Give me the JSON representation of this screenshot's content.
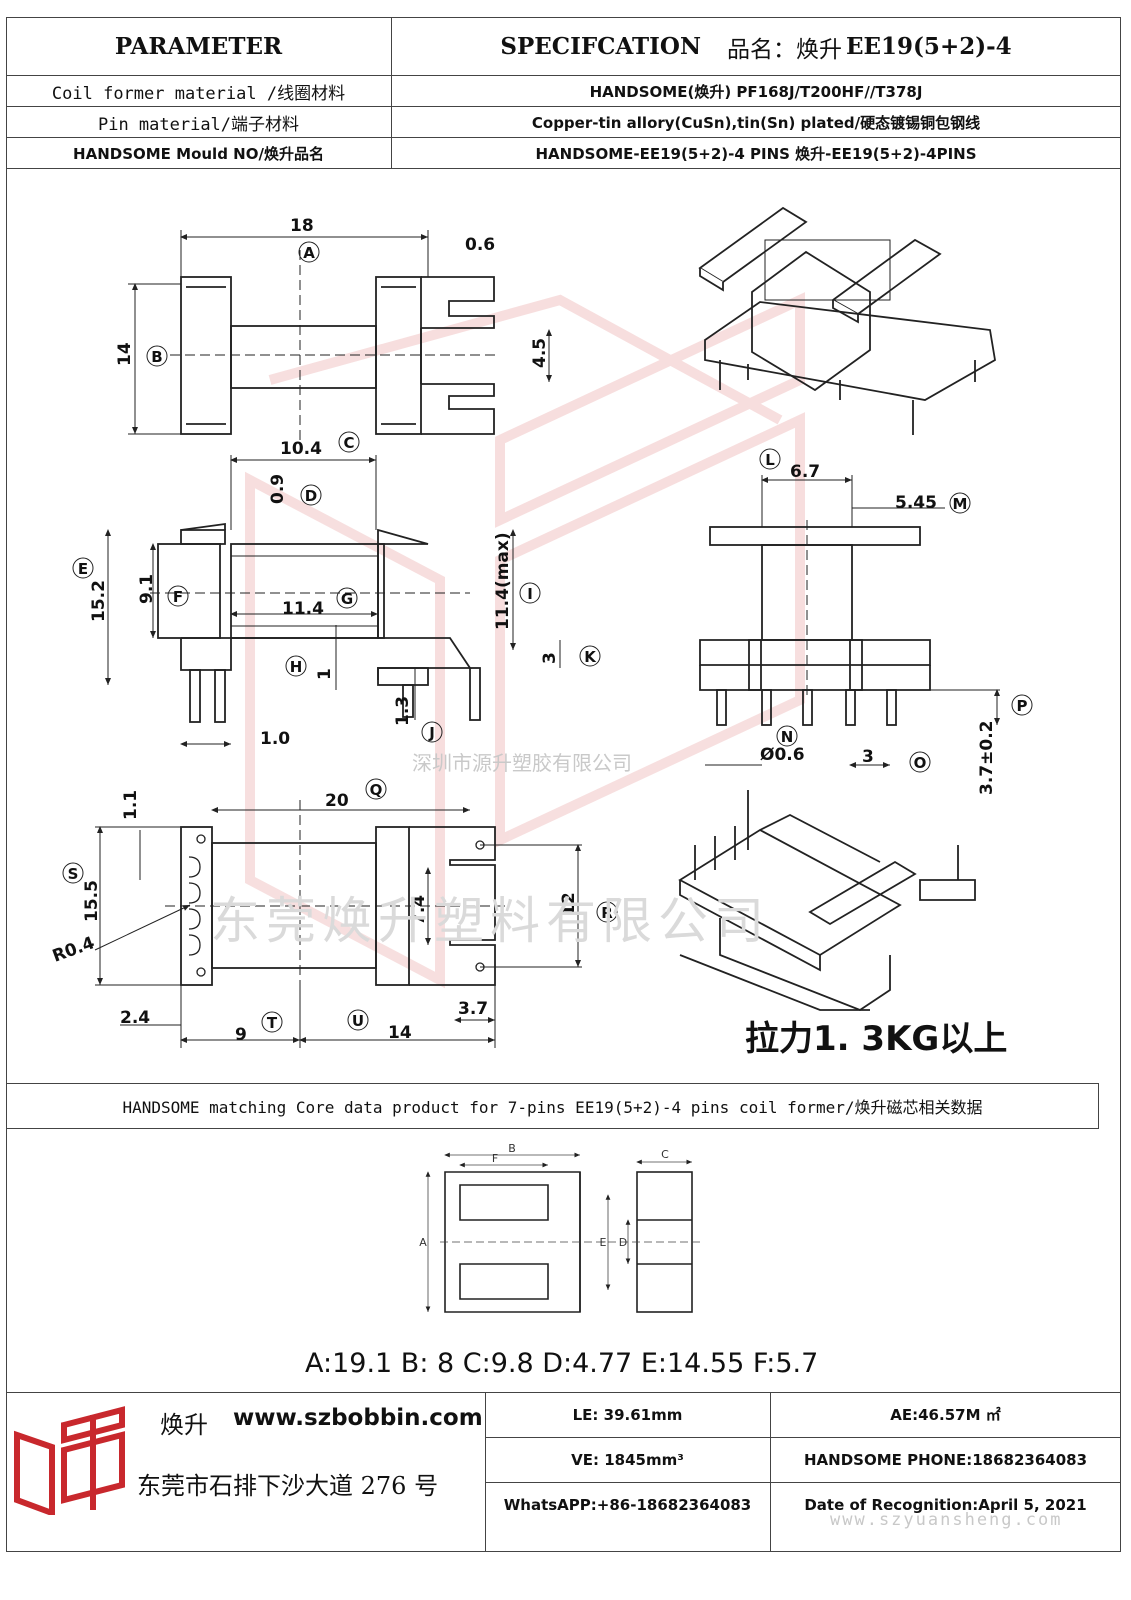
{
  "header": {
    "parameter_title": "PARAMETER",
    "spec_title": "SPECIFCATION",
    "product_name_label": "品名：焕升",
    "product_name_value": "EE19(5+2)-4"
  },
  "params": [
    {
      "label": "Coil former material /线圈材料",
      "value": "HANDSOME(焕升)   PF168J/T200HF//T378J"
    },
    {
      "label": "Pin material/端子材料",
      "value": "Copper-tin allory(CuSn),tin(Sn) plated/硬态镀锡铜包钢线"
    },
    {
      "label": "HANDSOME Mould NO/焕升品名",
      "value": "HANDSOME-EE19(5+2)-4 PINS   焕升-EE19(5+2)-4PINS"
    }
  ],
  "drawing": {
    "dims": {
      "d18": "18",
      "d06": "0.6",
      "d14": "14",
      "d45": "4.5",
      "d104": "10.4",
      "d09": "0.9",
      "d152": "15.2",
      "d91": "9.1",
      "d114": "11.4",
      "d114max": "11.4(max)",
      "d3": "3",
      "d1": "1",
      "d13": "1.3",
      "d10": "1.0",
      "d67": "6.7",
      "d545": "5.45",
      "d06dia": "Ø0.6",
      "d3b": "3",
      "d37": "3.7±0.2",
      "d11": "1.1",
      "d20": "20",
      "d155": "15.5",
      "d74": "7.4",
      "d12": "12",
      "dR04": "R0.4",
      "d24": "2.4",
      "d9": "9",
      "d14b": "14",
      "d37b": "3.7"
    },
    "letters": {
      "A": "A",
      "B": "B",
      "C": "C",
      "D": "D",
      "E": "E",
      "F": "F",
      "G": "G",
      "H": "H",
      "I": "I",
      "J": "J",
      "K": "K",
      "L": "L",
      "M": "M",
      "N": "N",
      "O": "O",
      "P": "P",
      "Q": "Q",
      "R": "R",
      "S": "S",
      "T": "T",
      "U": "U"
    },
    "pull_force": "拉力1. 3KG以上",
    "watermark_line1": "深圳市源升塑胶有限公司",
    "watermark_line2": "东莞焕升塑料有限公司"
  },
  "core": {
    "title": "HANDSOME matching Core data  product for 7-pins EE19(5+2)-4 pins coil former/焕升磁芯相关数据",
    "labels": {
      "A": "A",
      "B": "B",
      "C": "C",
      "D": "D",
      "E": "E",
      "F": "F"
    },
    "values_line": "A:19.1 B: 8 C:9.8 D:4.77 E:14.55 F:5.7"
  },
  "footer": {
    "brand": "焕升",
    "website": "www.szbobbin.com",
    "address": "东莞市石排下沙大道 276 号",
    "le": "LE: 39.61mm",
    "ae": "AE:46.57M ㎡",
    "ve": "VE: 1845mm³",
    "phone": "HANDSOME PHONE:18682364083",
    "whatsapp": "WhatsAPP:+86-18682364083",
    "date": "Date of Recognition:April 5, 2021",
    "site_watermark": "www.szyuansheng.com"
  },
  "colors": {
    "line": "#222222",
    "watermark": "#e8a6a6",
    "logo_red": "#c8282d"
  }
}
